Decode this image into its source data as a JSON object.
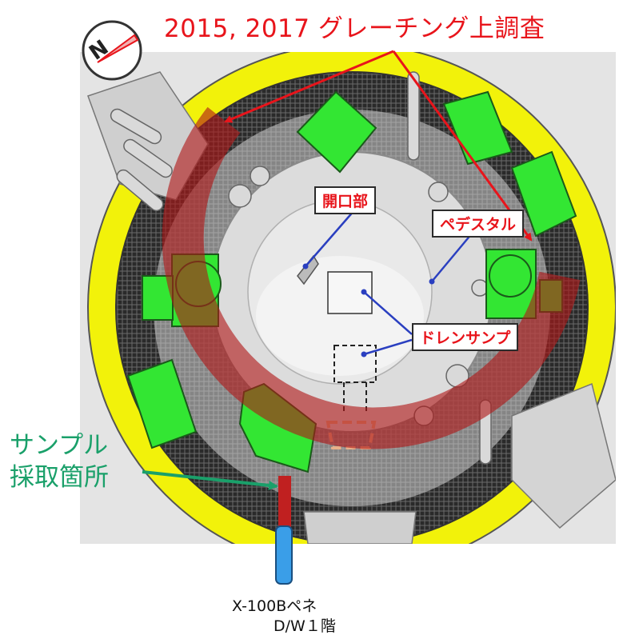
{
  "title": "2015, 2017 グレーチング上調査",
  "labels": {
    "opening": "開口部",
    "pedestal": "ペデスタル",
    "drain_sump": "ドレンサンプ",
    "sample_line1": "サンプル",
    "sample_line2": "採取箇所",
    "penetration": "X-100Bペネ",
    "floor": "D/W１階"
  },
  "compass": {
    "label": "N"
  },
  "colors": {
    "title_red": "#e8141b",
    "survey_band": "#b01818",
    "equipment_green": "#33e633",
    "outer_ring_yellow": "#f2f20a",
    "leader_blue": "#2a3fc0",
    "sample_arrow_green": "#1aa06a",
    "pipe_blue": "#3a9ee8"
  }
}
